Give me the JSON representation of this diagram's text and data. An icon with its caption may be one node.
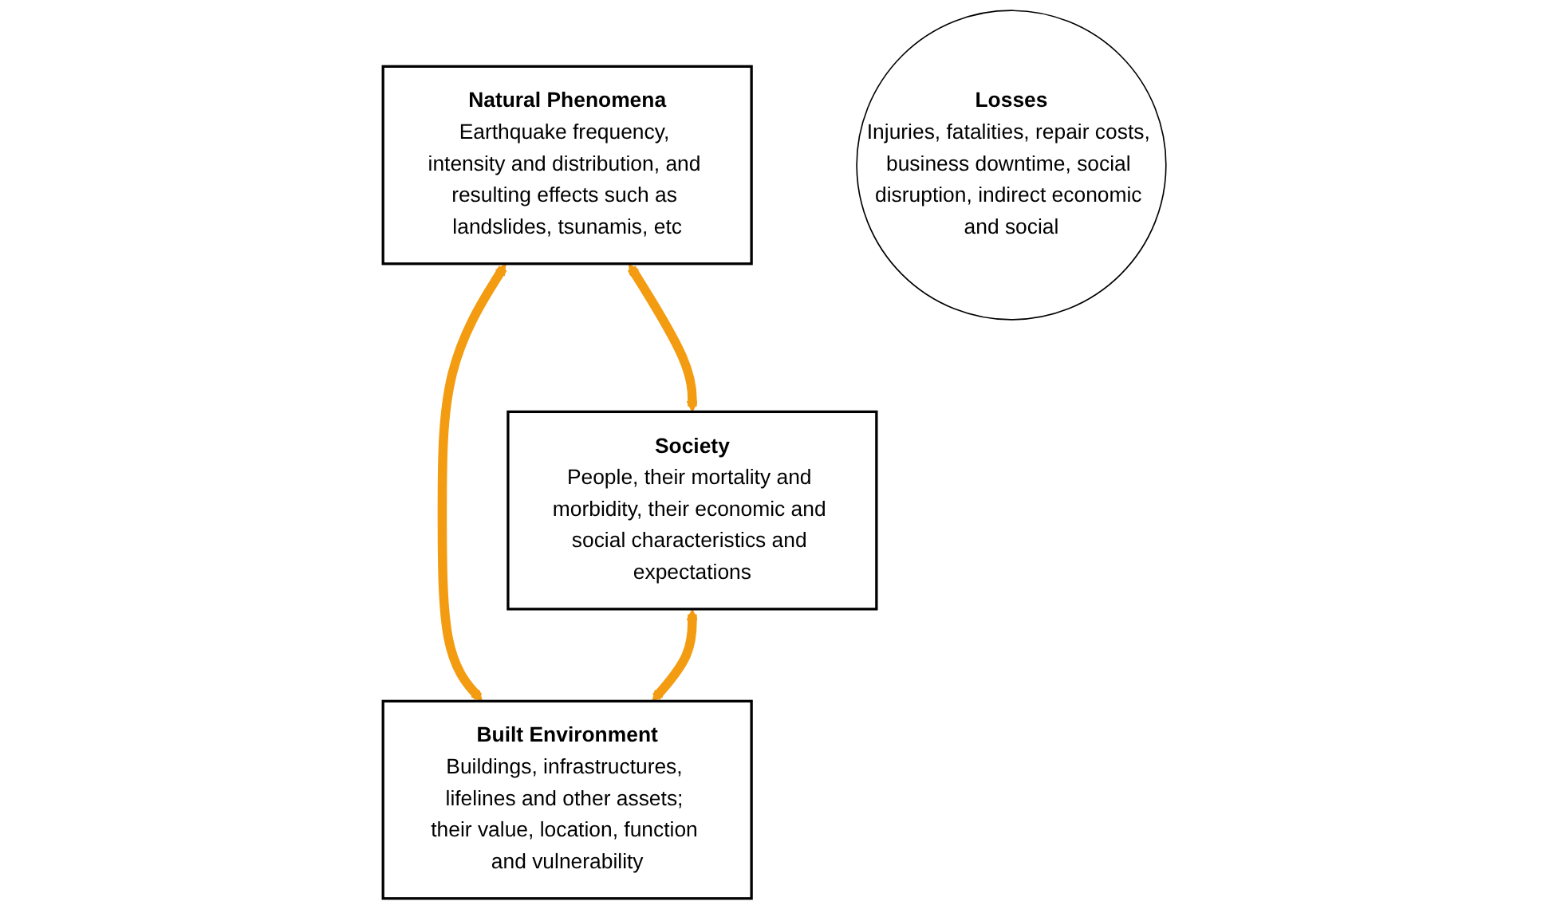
{
  "diagram": {
    "nodes": [
      {
        "text": [
          "Natural Phenomena",
          "Earthquake frequency, intensity and distribution, and resulting effects such as landslides, tsunamis, etc"
        ]
      },
      {
        "text": [
          "Built Environment",
          "Buildings, infrastructures, lifelines and other assets; their value, location, function and vulnerability"
        ]
      },
      {
        "text": [
          "Losses",
          "Injuries, fatalities, repair costs, business downtime, social disruption, indirect economic and social"
        ]
      },
      {
        "text": [
          "Society",
          "People, their mortality and morbidity, their economic and social characteristics and expectations"
        ]
      }
    ],
    "edges": [
      {
        "from": 0,
        "to": 1,
        "arrow": "both"
      },
      {
        "from": 0,
        "to": 3,
        "arrow": "both"
      },
      {
        "from": 3,
        "to": 1,
        "arrow": "both"
      }
    ]
  }
}
